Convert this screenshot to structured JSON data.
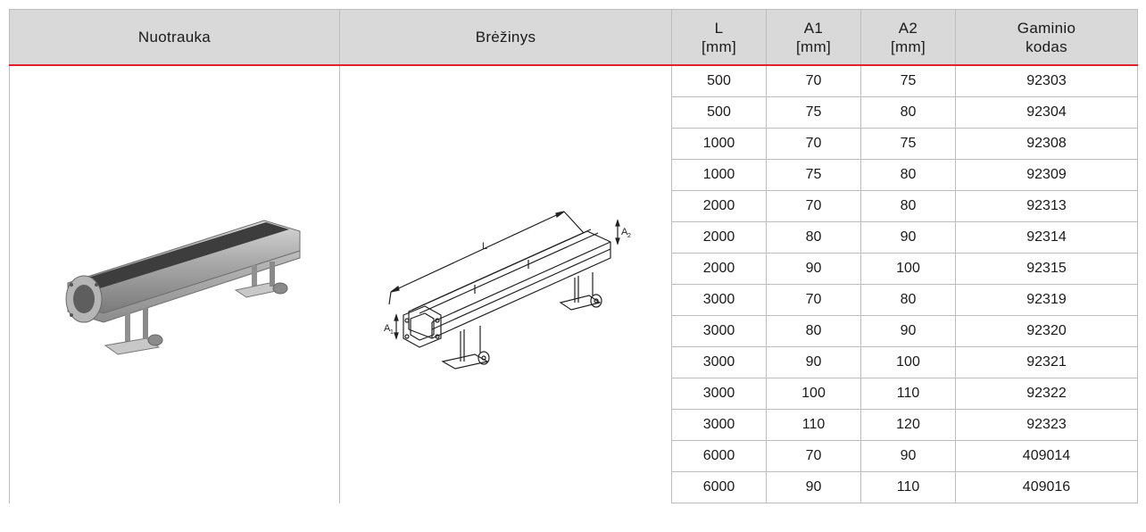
{
  "columns": {
    "photo": "Nuotrauka",
    "drawing": "Brėžinys",
    "L": [
      "L",
      "[mm]"
    ],
    "A1": [
      "A1",
      "[mm]"
    ],
    "A2": [
      "A2",
      "[mm]"
    ],
    "code": [
      "Gaminio",
      "kodas"
    ]
  },
  "drawing_labels": {
    "L": "L",
    "A1": "A",
    "A1_sub": "1",
    "A2": "A",
    "A2_sub": "2"
  },
  "rows": [
    {
      "L": "500",
      "A1": "70",
      "A2": "75",
      "code": "92303"
    },
    {
      "L": "500",
      "A1": "75",
      "A2": "80",
      "code": "92304"
    },
    {
      "L": "1000",
      "A1": "70",
      "A2": "75",
      "code": "92308"
    },
    {
      "L": "1000",
      "A1": "75",
      "A2": "80",
      "code": "92309"
    },
    {
      "L": "2000",
      "A1": "70",
      "A2": "80",
      "code": "92313"
    },
    {
      "L": "2000",
      "A1": "80",
      "A2": "90",
      "code": "92314"
    },
    {
      "L": "2000",
      "A1": "90",
      "A2": "100",
      "code": "92315"
    },
    {
      "L": "3000",
      "A1": "70",
      "A2": "80",
      "code": "92319"
    },
    {
      "L": "3000",
      "A1": "80",
      "A2": "90",
      "code": "92320"
    },
    {
      "L": "3000",
      "A1": "90",
      "A2": "100",
      "code": "92321"
    },
    {
      "L": "3000",
      "A1": "100",
      "A2": "110",
      "code": "92322"
    },
    {
      "L": "3000",
      "A1": "110",
      "A2": "120",
      "code": "92323"
    },
    {
      "L": "6000",
      "A1": "70",
      "A2": "90",
      "code": "409014"
    },
    {
      "L": "6000",
      "A1": "90",
      "A2": "110",
      "code": "409016"
    }
  ],
  "colors": {
    "header_bg": "#d9d9d9",
    "header_rule": "#e4202a",
    "grid": "#bdbdbd"
  }
}
